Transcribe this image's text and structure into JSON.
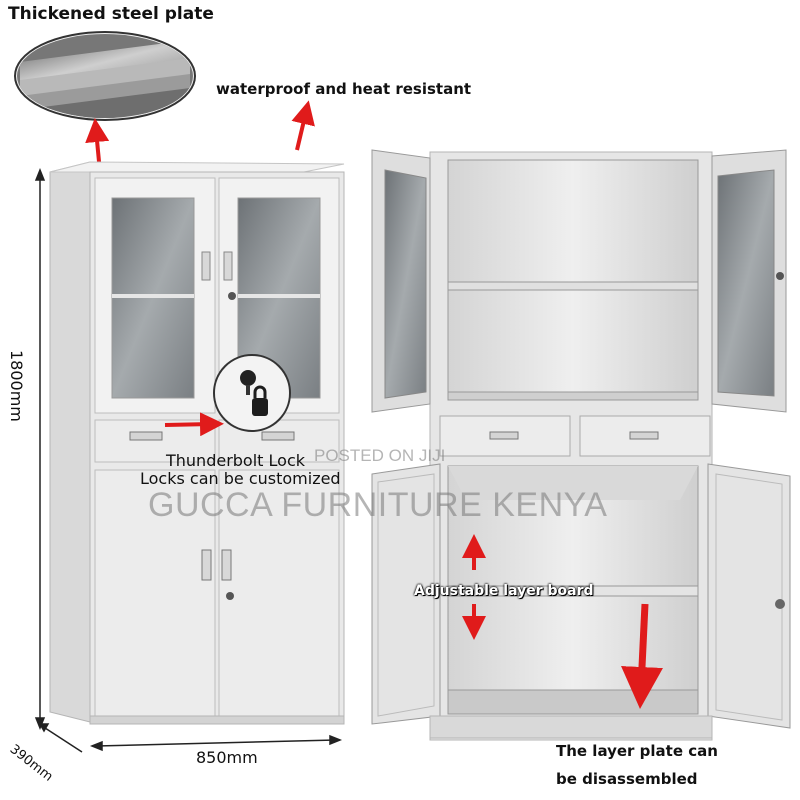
{
  "labels": {
    "steel_plate": "Thickened steel plate",
    "waterproof": "waterproof and heat resistant",
    "height": "1800mm",
    "width": "850mm",
    "depth": "390mm",
    "lock_title": "Thunderbolt Lock",
    "lock_sub": "Locks can be customized",
    "adjustable": "Adjustable layer board",
    "layer_plate_1": "The layer plate can",
    "layer_plate_2": "be disassembled"
  },
  "watermark": {
    "posted": "POSTED ON JIJI",
    "brand": "GUCCA FURNITURE KENYA"
  },
  "colors": {
    "arrow": "#e01b1b",
    "cabinet": "#e9e9e9",
    "cabinet_edge": "#b5b5b5",
    "glass": "#8f9498"
  }
}
